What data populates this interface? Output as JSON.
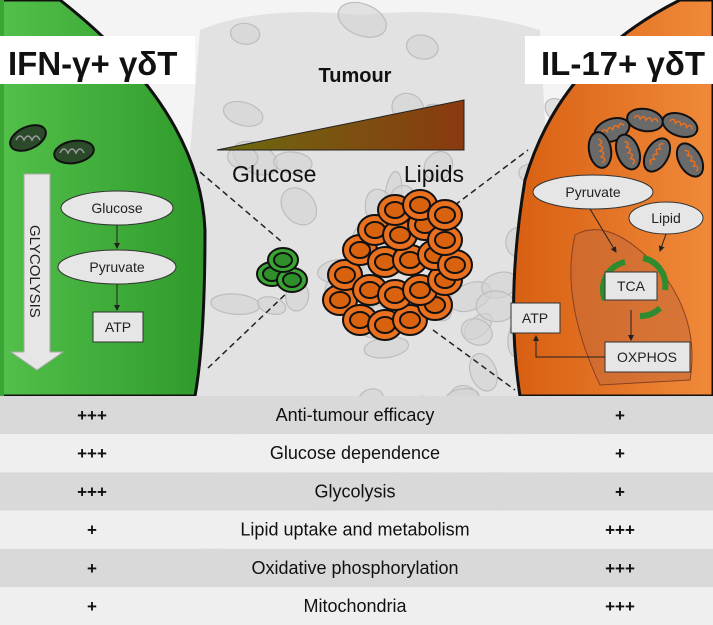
{
  "left_cell": {
    "title": "IFN-γ+ γδT",
    "color": "#3aa535",
    "pathway_label": "GLYCOLYSIS",
    "nodes": [
      "Glucose",
      "Pyruvate",
      "ATP"
    ]
  },
  "right_cell": {
    "title": "IL-17+ γδT",
    "color": "#e8701e",
    "nodes": {
      "pyruvate": "Pyruvate",
      "lipid": "Lipid",
      "tca": "TCA",
      "atp": "ATP",
      "oxphos": "OXPHOS"
    }
  },
  "tumour": {
    "title": "Tumour",
    "gradient_left": "Glucose",
    "gradient_right": "Lipids"
  },
  "comparison": {
    "rows": [
      {
        "left": "+++",
        "feature": "Anti-tumour efficacy",
        "right": "+"
      },
      {
        "left": "+++",
        "feature": "Glucose dependence",
        "right": "+"
      },
      {
        "left": "+++",
        "feature": "Glycolysis",
        "right": "+"
      },
      {
        "left": "+",
        "feature": "Lipid uptake and metabolism",
        "right": "+++"
      },
      {
        "left": "+",
        "feature": "Oxidative phosphorylation",
        "right": "+++"
      },
      {
        "left": "+",
        "feature": "Mitochondria",
        "right": "+++"
      }
    ]
  }
}
